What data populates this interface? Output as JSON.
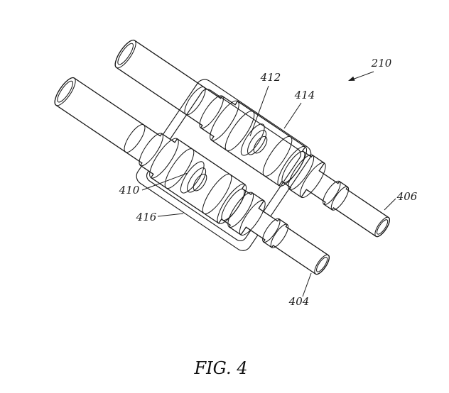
{
  "figure": {
    "caption": "FIG. 4",
    "reference_numerals": [
      {
        "text": "210"
      },
      {
        "text": "412"
      },
      {
        "text": "414"
      },
      {
        "text": "410"
      },
      {
        "text": "416"
      },
      {
        "text": "406"
      },
      {
        "text": "404"
      }
    ]
  },
  "style": {
    "ink_color": "#1a1a1a",
    "background_color": "#ffffff"
  }
}
